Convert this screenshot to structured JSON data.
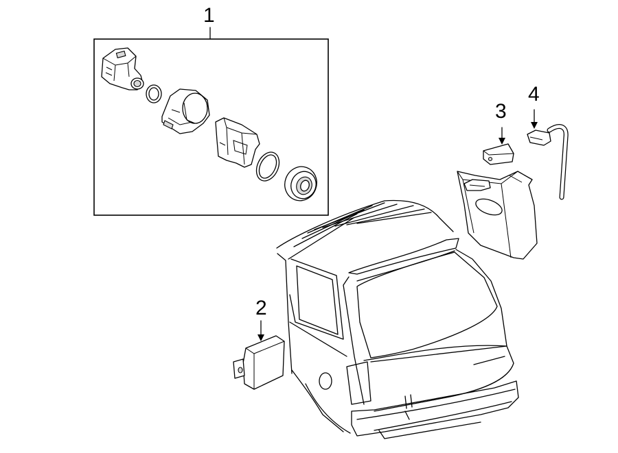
{
  "callouts": {
    "c1": "1",
    "c2": "2",
    "c3": "3",
    "c4": "4"
  },
  "colors": {
    "line": "#000000",
    "background": "#ffffff",
    "shade": "#d9d9d9"
  }
}
